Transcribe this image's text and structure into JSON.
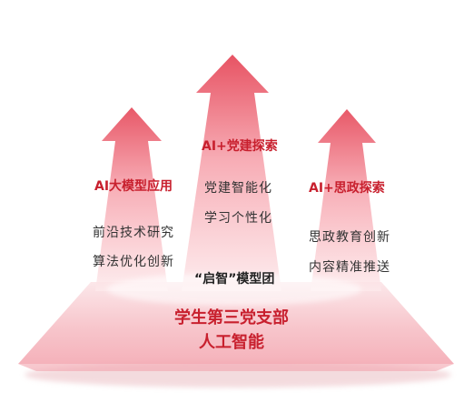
{
  "left": {
    "title": "AI大模型应用",
    "items": [
      "前沿技术研究",
      "算法优化创新"
    ]
  },
  "center": {
    "title": "AI+党建探索",
    "items": [
      "党建智能化",
      "学习个性化"
    ]
  },
  "right": {
    "title": "AI+思政探索",
    "items": [
      "思政教育创新",
      "内容精准推送"
    ]
  },
  "base": {
    "team": "“启智”模型团",
    "line1": "学生第三党支部",
    "line2": "人工智能"
  },
  "colors": {
    "accent": "#c8202e",
    "arrow_top": "#e04a5a",
    "arrow_bottom": "#fde8ea",
    "base_fill": "#f7c6cc"
  }
}
